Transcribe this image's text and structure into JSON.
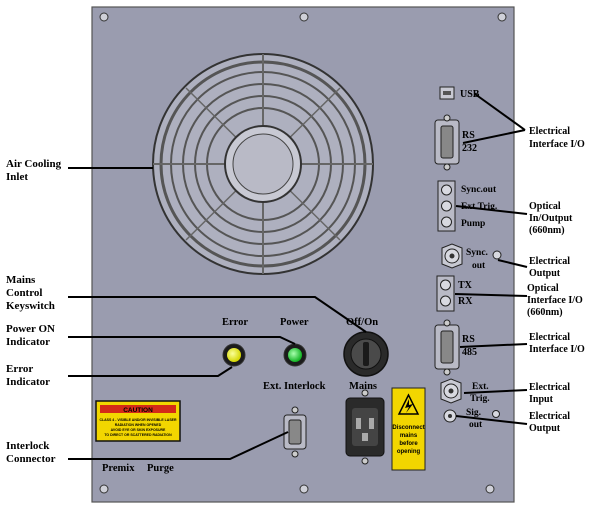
{
  "callouts": {
    "air_cooling": [
      "Air Cooling",
      "Inlet"
    ],
    "mains_control": [
      "Mains",
      "Control",
      "Keyswitch"
    ],
    "power_on": [
      "Power ON",
      "Indicator"
    ],
    "error_ind": [
      "Error",
      "Indicator"
    ],
    "interlock_conn": [
      "Interlock",
      "Connector"
    ],
    "elec_io_top": [
      "Electrical",
      "Interface I/O"
    ],
    "optical_io": [
      "Optical",
      "In/Output",
      "(660nm)"
    ],
    "elec_output_top": [
      "Electrical",
      "Output"
    ],
    "optical_if": [
      "Optical",
      "Interface I/O",
      "(660nm)"
    ],
    "elec_io_mid": [
      "Electrical",
      "Interface I/O"
    ],
    "elec_input": [
      "Electrical",
      "Input"
    ],
    "elec_output_bottom": [
      "Electrical",
      "Output"
    ]
  },
  "panel_labels": {
    "usb": "USB",
    "rs232": [
      "RS",
      "232"
    ],
    "sync_out": "Sync.out",
    "ext_trig": "Ext.Trig.",
    "pump": "Pump",
    "sync_out2": [
      "Sync.",
      "out"
    ],
    "tx": "TX",
    "rx": "RX",
    "rs485": [
      "RS",
      "485"
    ],
    "ext_trig2": [
      "Ext.",
      "Trig."
    ],
    "sig_out": [
      "Sig.",
      "out"
    ],
    "error": "Error",
    "power": "Power",
    "off_on": "Off/On",
    "ext_interlock": "Ext. Interlock",
    "mains": "Mains",
    "premix": "Premix",
    "purge": "Purge"
  },
  "caution_label": {
    "title": "CAUTION",
    "lines": [
      "CLASS 4 - VISIBLE AND/OR INVISIBLE LASER",
      "RADIATION WHEN OPENED",
      "AVOID EYE OR SKIN EXPOSURE",
      "TO DIRECT OR SCATTERED RADIATION"
    ]
  },
  "warning_label": {
    "lines": [
      "Disconnect",
      "mains",
      "before",
      "opening"
    ]
  },
  "colors": {
    "panel": "#9a9caf",
    "error_led": "#e8ea2a",
    "power_led": "#2fd63b",
    "caution_bg": "#f2d600",
    "caution_bar": "#d42a18"
  }
}
